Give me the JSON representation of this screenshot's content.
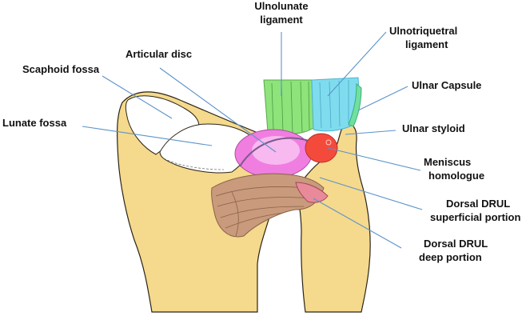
{
  "labels": {
    "ulnolunate": [
      "Ulnolunate",
      "ligament"
    ],
    "ulnotriquetral": [
      "Ulnotriquetral",
      "ligament"
    ],
    "articular_disc": "Articular disc",
    "scaphoid_fossa": "Scaphoid fossa",
    "lunate_fossa": "Lunate fossa",
    "ulnar_capsule": "Ulnar Capsule",
    "ulnar_styloid": "Ulnar styloid",
    "meniscus": [
      "Meniscus",
      "homologue"
    ],
    "dorsal_superficial": [
      "Dorsal DRUL",
      "superficial portion"
    ],
    "dorsal_deep": [
      "Dorsal DRUL",
      "deep portion"
    ]
  },
  "colors": {
    "bone": "#f5d98c",
    "bone_outline": "#2a2418",
    "green_ligament": "#8ee37a",
    "cyan_ligament": "#7fdcef",
    "disc": "#f07ee0",
    "meniscus": "#f44a3c",
    "dorsal_ligament": "#c99a7c",
    "leader_line": "#5c93c9"
  }
}
